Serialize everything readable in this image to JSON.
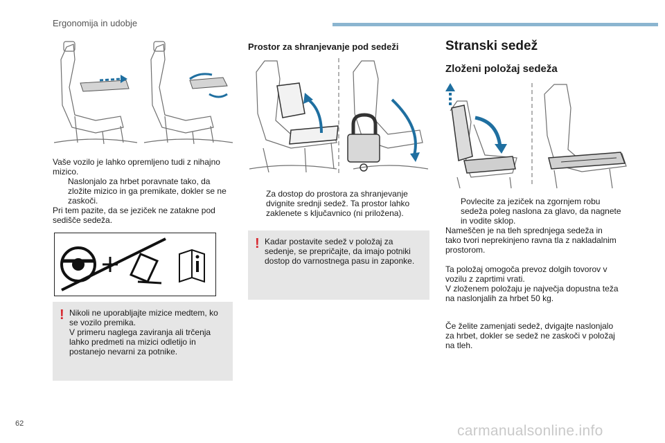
{
  "header": {
    "section_label": "Ergonomija in udobje",
    "accent_color": "#8bb5d0"
  },
  "footer": {
    "page_number": "62",
    "watermark": "carmanualsonline.info"
  },
  "col1": {
    "intro_line1": "Vaše vozilo je lahko opremljeno tudi z nihajno",
    "intro_line2": "mizico.",
    "bullet1_line1": "Naslonjalo za hrbet poravnate tako, da",
    "bullet1_line2": "zložite mizico in ga premikate, dokler se ne",
    "bullet1_line3": "zaskoči.",
    "note_line1": "Pri tem pazite, da se jeziček ne zatakne pod",
    "note_line2": "sedišče sedeža.",
    "warning_line1": "Nikoli ne uporabljajte mizice medtem, ko",
    "warning_line2": "se vozilo premika.",
    "warning_line3": "V primeru naglega zaviranja ali trčenja",
    "warning_line4": "lahko predmeti na mizici odletijo in",
    "warning_line5": "postanejo nevarni za potnike."
  },
  "col2": {
    "title": "Prostor za shranjevanje pod sedeži",
    "bullet1_line1": "Za dostop do prostora za shranjevanje",
    "bullet1_line2": "dvignite srednji sedež. Ta prostor lahko",
    "bullet1_line3": "zaklenete s ključavnico (ni priložena).",
    "warning_line1": "Kadar postavite sedež v položaj za",
    "warning_line2": "sedenje, se prepričajte, da imajo potniki",
    "warning_line3": "dostop do varnostnega pasu in zaponke."
  },
  "col3": {
    "title": "Stranski sedež",
    "subtitle": "Zloženi položaj sedeža",
    "bullet1_line1": "Povlecite za jeziček na zgornjem robu",
    "bullet1_line2": "sedeža poleg naslona za glavo, da nagnete",
    "bullet1_line3": "in vodite sklop.",
    "p1_line1": "Nameščen je na tleh sprednjega sedeža in",
    "p1_line2": "tako tvori neprekinjeno ravna tla z nakladalnim",
    "p1_line3": "prostorom.",
    "p2_line1": "Ta položaj omogoča prevoz dolgih tovorov v",
    "p2_line2": "vozilu z zaprtimi vrati.",
    "p2_line3": "V zloženem položaju je največja dopustna teža",
    "p2_line4": "na naslonjalih za hrbet 50 kg.",
    "p3_line1": "Če želite zamenjati sedež, dvigajte naslonjalo",
    "p3_line2": "za hrbet, dokler se sedež ne zaskoči v položaj",
    "p3_line3": "na tleh."
  },
  "bullet_symbol": "",
  "warning_symbol": "!",
  "icons": [
    "steering-wheel-icon",
    "no-table-while-driving-icon",
    "manual-info-icon",
    "padlock-icon",
    "fold-arrow-icon"
  ]
}
